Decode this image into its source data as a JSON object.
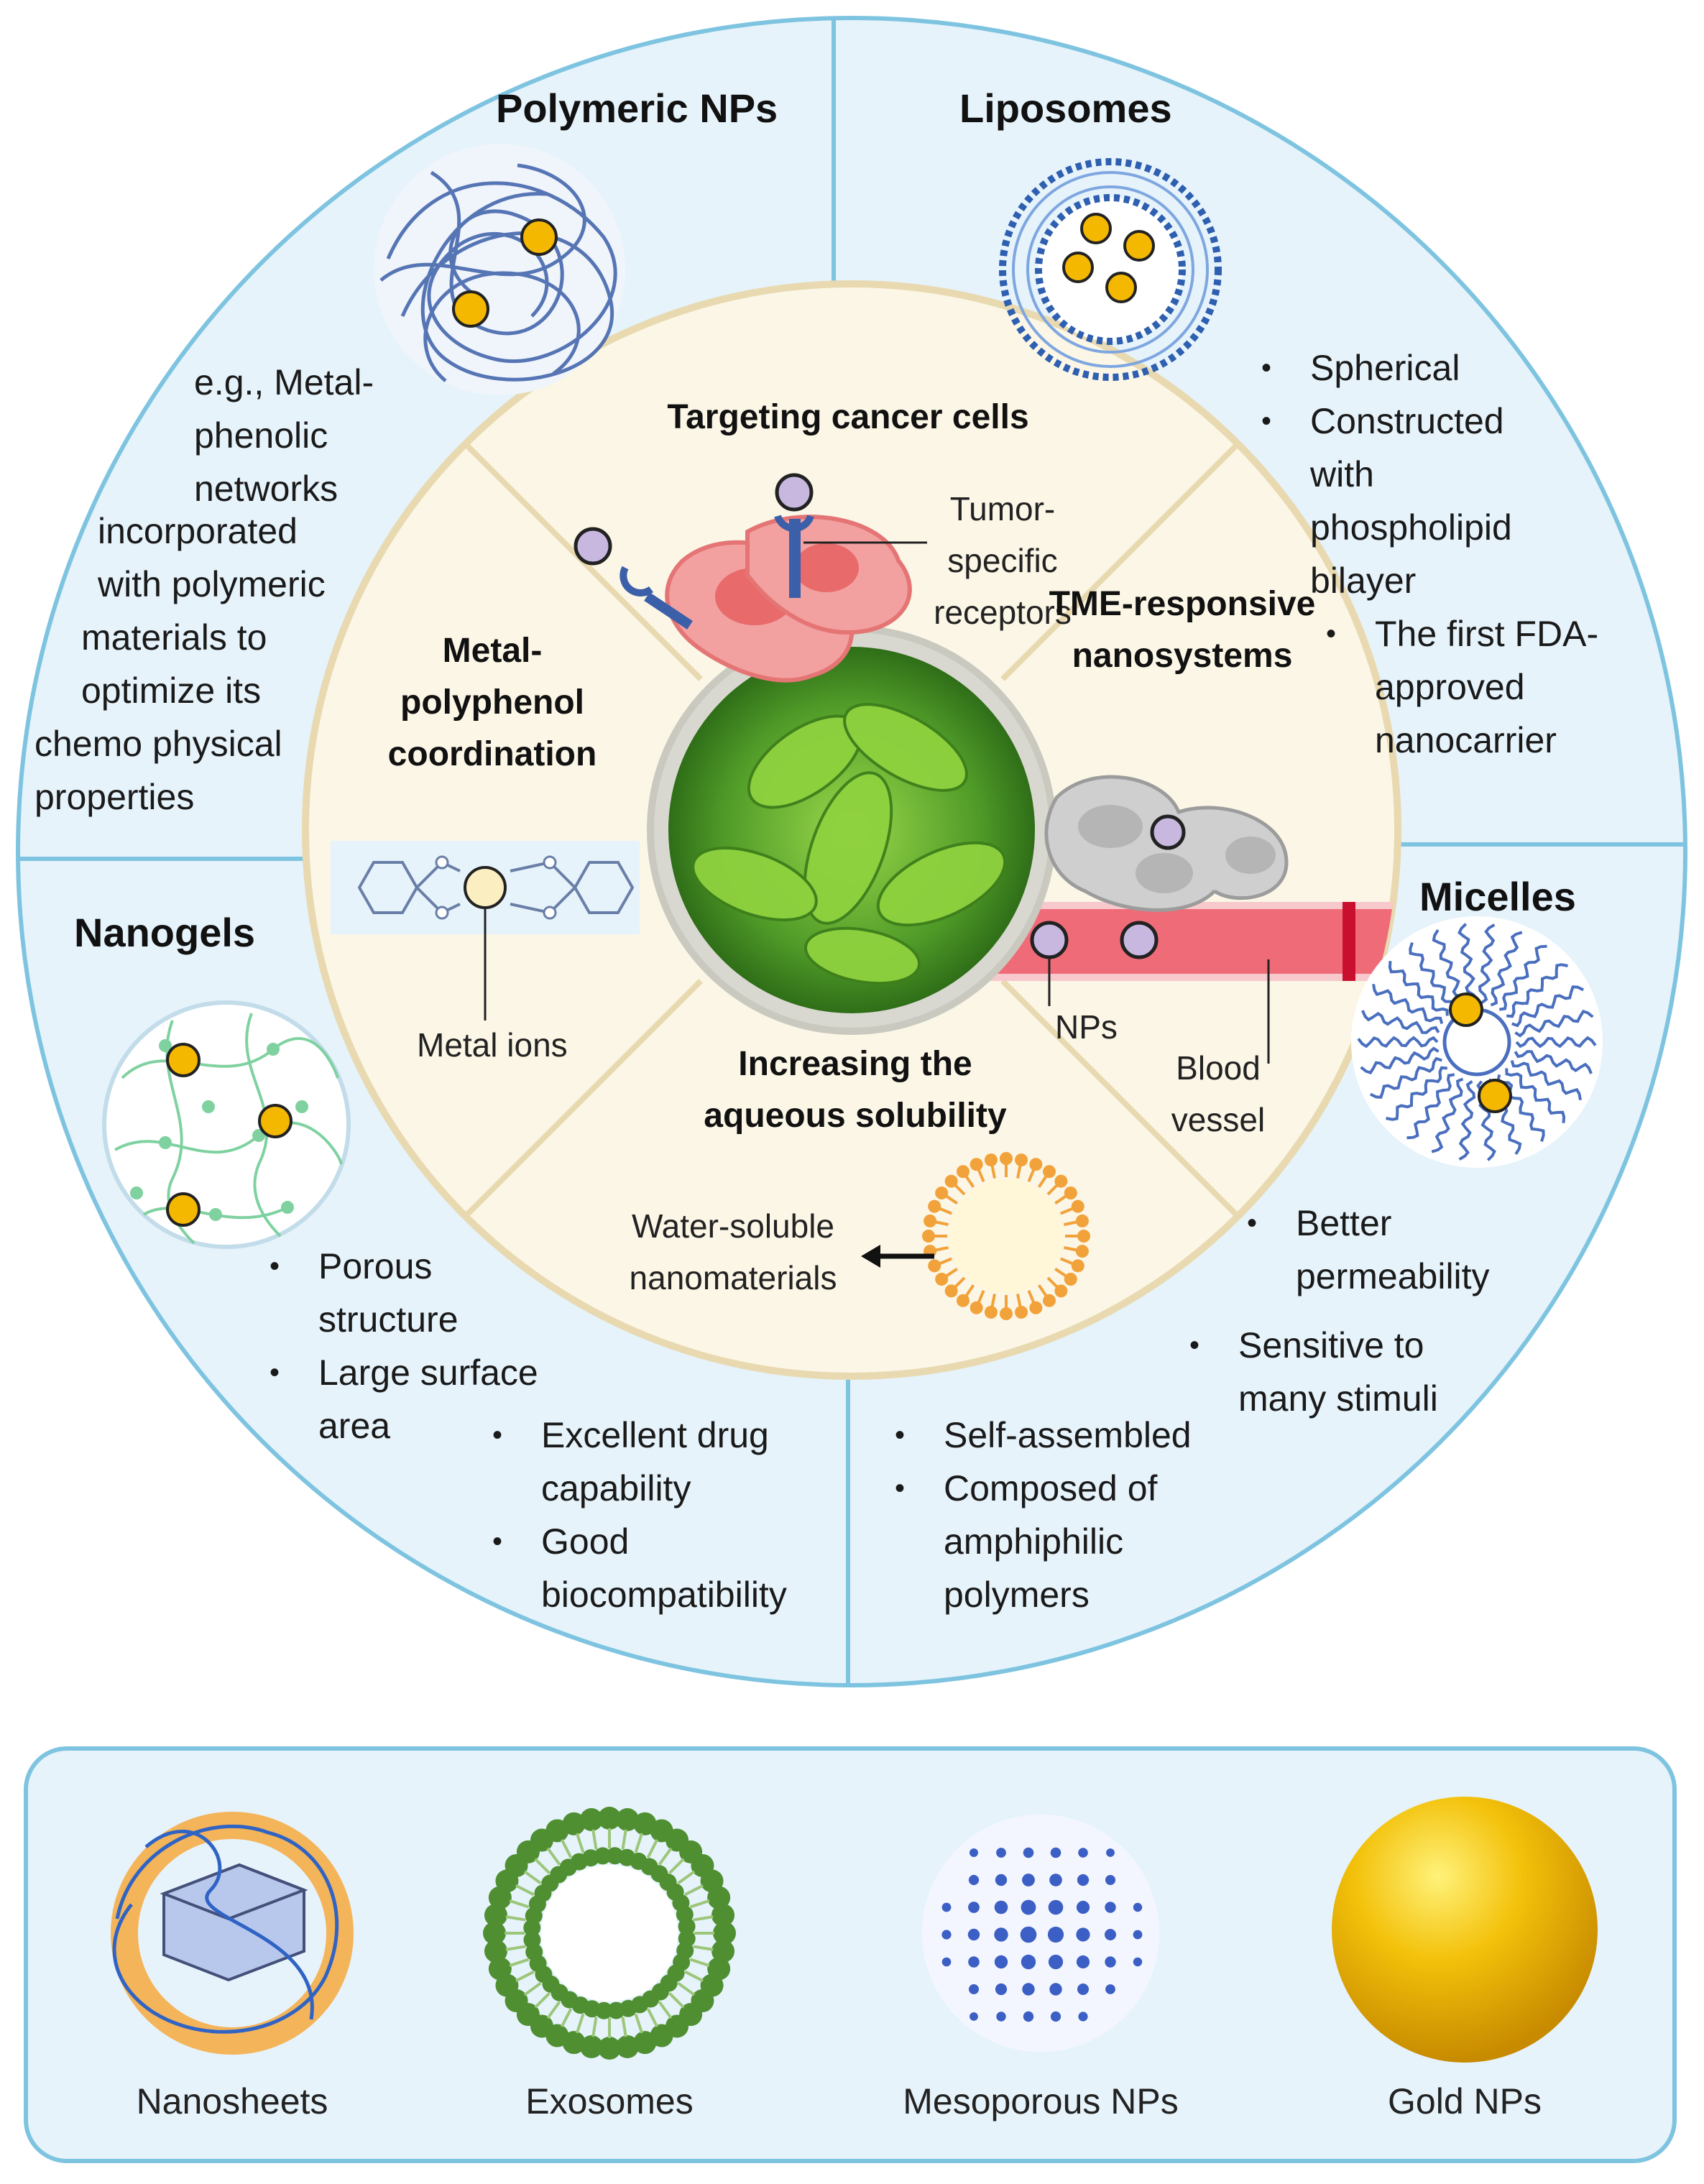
{
  "outer_sections": {
    "polymeric": {
      "title": "Polymeric NPs",
      "description_lines": [
        "e.g., Metal-",
        "phenolic",
        "networks"
      ],
      "description_lines_2": [
        "incorporated",
        "with polymeric",
        "materials to",
        "optimize its",
        "chemo physical",
        "properties"
      ]
    },
    "liposomes": {
      "title": "Liposomes",
      "bullets": [
        "Spherical",
        "Constructed with phospholipid bilayer",
        "The first FDA-approved nanocarrier"
      ]
    },
    "nanogels": {
      "title": "Nanogels",
      "bullets": [
        "Porous structure",
        "Large surface area",
        "Excellent drug capability",
        "Good biocompatibility"
      ]
    },
    "micelles": {
      "title": "Micelles",
      "bullets": [
        "Better permeability",
        "Sensitive to many stimuli",
        "Self-assembled",
        "Composed of amphiphilic polymers"
      ]
    }
  },
  "inner_sections": {
    "targeting": {
      "title": "Targeting cancer cells",
      "label": "Tumor-specific receptors"
    },
    "tme": {
      "title": "TME-responsive nanosystems",
      "nps_label": "NPs",
      "vessel_label": "Blood vessel"
    },
    "solubility": {
      "title": "Increasing the aqueous solubility",
      "label": "Water-soluble nanomaterials"
    },
    "metal": {
      "title": "Metal-polyphenol coordination",
      "label": "Metal ions"
    }
  },
  "bottom_items": [
    {
      "label": "Nanosheets",
      "icon": "nanosheet-icon"
    },
    {
      "label": "Exosomes",
      "icon": "exosome-icon"
    },
    {
      "label": "Mesoporous NPs",
      "icon": "mesoporous-np-icon"
    },
    {
      "label": "Gold NPs",
      "icon": "gold-np-icon"
    }
  ],
  "colors": {
    "outer_fill": "#e6f3fb",
    "outer_border": "#7ec4e0",
    "inner_fill": "#fbf6e6",
    "inner_border": "#e8d9b0",
    "drug": "#f5b800",
    "np": "#c8b8e0",
    "cell": "#f08a8a",
    "vessel": "#f06b78",
    "gold": "#f3c10a"
  }
}
